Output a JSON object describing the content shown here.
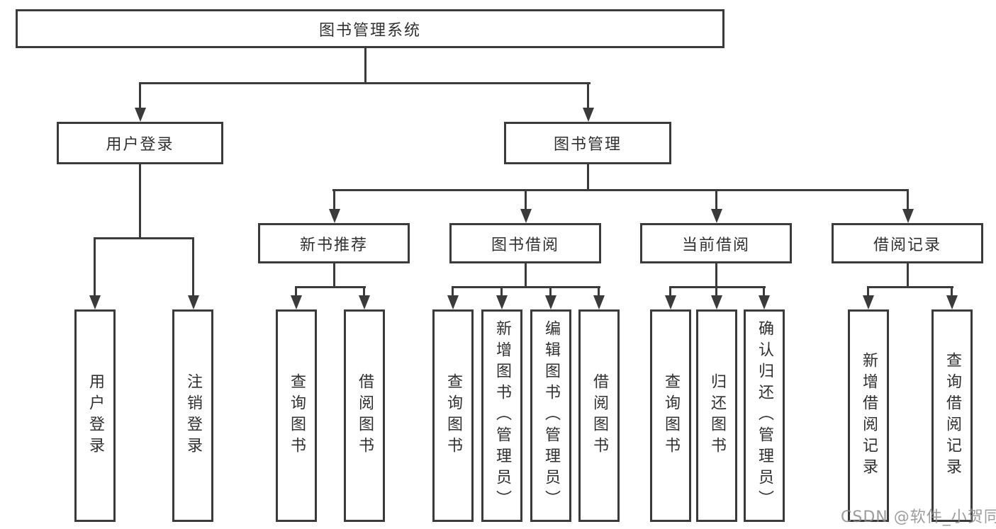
{
  "diagram": {
    "root": {
      "label": "图书管理系统"
    },
    "level2": [
      {
        "label": "用户登录"
      },
      {
        "label": "图书管理"
      }
    ],
    "level3": [
      {
        "label": "新书推荐",
        "parent": "图书管理"
      },
      {
        "label": "图书借阅",
        "parent": "图书管理"
      },
      {
        "label": "当前借阅",
        "parent": "图书管理"
      },
      {
        "label": "借阅记录",
        "parent": "图书管理"
      }
    ],
    "leaves": [
      {
        "label": "用户登录",
        "parent": "用户登录"
      },
      {
        "label": "注销登录",
        "parent": "用户登录"
      },
      {
        "label": "查询图书",
        "parent": "新书推荐"
      },
      {
        "label": "借阅图书",
        "parent": "新书推荐"
      },
      {
        "label": "查询图书",
        "parent": "图书借阅"
      },
      {
        "label": "新增图书（管理员）",
        "parent": "图书借阅"
      },
      {
        "label": "编辑图书（管理员）",
        "parent": "图书借阅"
      },
      {
        "label": "借阅图书",
        "parent": "图书借阅"
      },
      {
        "label": "查询图书",
        "parent": "当前借阅"
      },
      {
        "label": "归还图书",
        "parent": "当前借阅"
      },
      {
        "label": "确认归还（管理员）",
        "parent": "当前借阅"
      },
      {
        "label": "新增借阅记录",
        "parent": "借阅记录"
      },
      {
        "label": "查询借阅记录",
        "parent": "借阅记录"
      }
    ],
    "watermark": "CSDN @软件_小贺同学",
    "colors": {
      "line": "#3b3b3b",
      "text": "#303030",
      "background": "#ffffff",
      "watermark": "#8c8c8c"
    }
  }
}
